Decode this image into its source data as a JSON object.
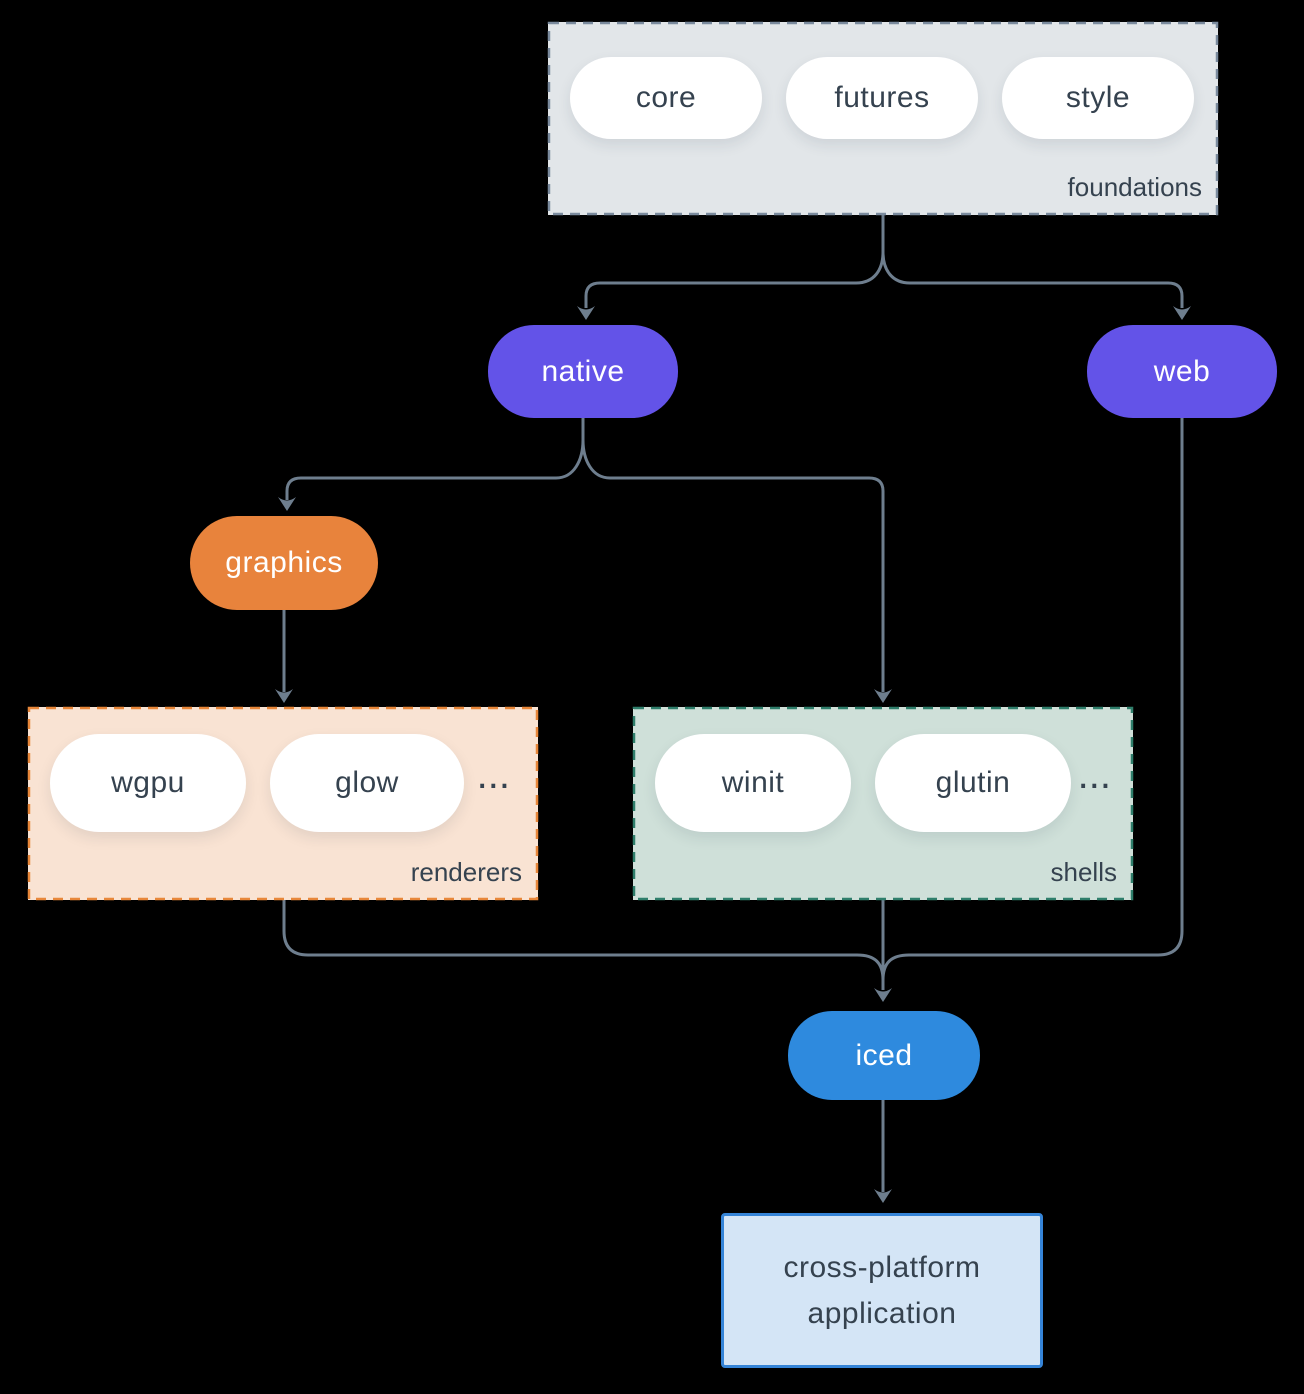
{
  "diagram": {
    "background_color": "#000000",
    "connector_color": "#6e7e8e",
    "text_color": "#35424f",
    "foundations": {
      "label": "foundations",
      "fill": "#e2e6e9",
      "border_color": "#7b8b9e",
      "items": [
        "core",
        "futures",
        "style"
      ]
    },
    "native": {
      "label": "native",
      "fill": "#6353e8"
    },
    "web": {
      "label": "web",
      "fill": "#6353e8"
    },
    "graphics": {
      "label": "graphics",
      "fill": "#e8833c"
    },
    "renderers": {
      "label": "renderers",
      "fill": "#f9e3d3",
      "border_color": "#e8873a",
      "items": [
        "wgpu",
        "glow"
      ],
      "ellipsis": "..."
    },
    "shells": {
      "label": "shells",
      "fill": "#cfe0d9",
      "border_color": "#2f7e6b",
      "items": [
        "winit",
        "glutin"
      ],
      "ellipsis": "..."
    },
    "iced": {
      "label": "iced",
      "fill": "#2e8ade"
    },
    "application": {
      "line1": "cross-platform",
      "line2": "application",
      "fill": "#d4e5f6",
      "border_color": "#3584d7"
    }
  }
}
